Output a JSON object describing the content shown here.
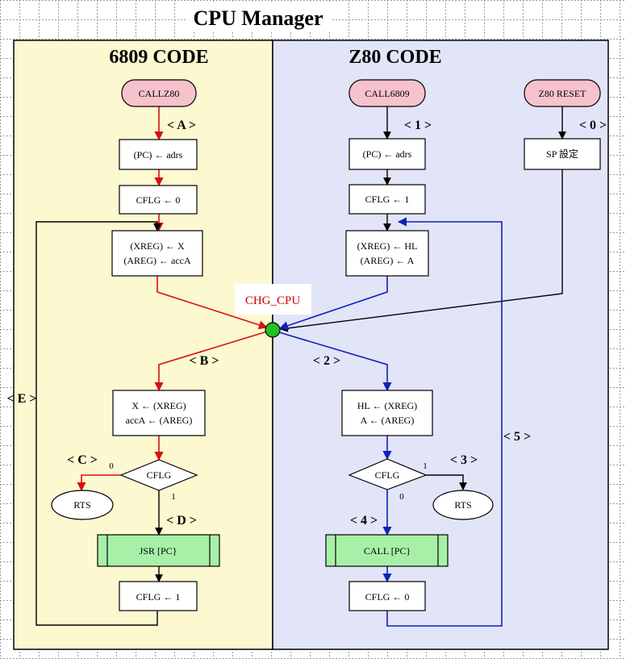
{
  "title": "CPU Manager",
  "panels": {
    "left_title": "6809 CODE",
    "right_title": "Z80 CODE"
  },
  "colors": {
    "left_bg": "#fcf8d0",
    "right_bg": "#e2e4f8",
    "red": "#d81010",
    "blue": "#1020b8",
    "black": "#000000",
    "start_fill": "#f6c2cc",
    "call_fill": "#a8f0a8",
    "junction": "#22c020",
    "chg_text": "#d00000"
  },
  "nodes": {
    "callz80": "CALLZ80",
    "call6809": "CALL6809",
    "z80reset": "Z80 RESET",
    "l_pc": "(PC) ← adrs",
    "l_cflg0": "CFLG ← 0",
    "l_xreg1": "(XREG) ← X",
    "l_xreg2": "(AREG) ← accA",
    "l_x1": "X ← (XREG)",
    "l_x2": "accA ← (AREG)",
    "l_cflg_dec": "CFLG",
    "l_rts": "RTS",
    "l_jsr": "JSR  [PC}",
    "l_cflg1": "CFLG ← 1",
    "r_pc": "(PC) ← adrs",
    "r_cflg1": "CFLG ← 1",
    "r_xreg1": "(XREG) ← HL",
    "r_xreg2": "(AREG) ←  A",
    "sp": "SP 設定",
    "r_hl1": "HL ← (XREG)",
    "r_hl2": "A ← (AREG)",
    "r_cflg_dec": "CFLG",
    "r_rts": "RTS",
    "r_call": "CALL  [PC}",
    "r_cflg0": "CFLG ← 0"
  },
  "labels": {
    "A": "< A >",
    "B": "< B >",
    "C": "< C >",
    "D": "< D >",
    "E": "< E >",
    "n0": "< 0 >",
    "n1": "< 1 >",
    "n2": "< 2 >",
    "n3": "< 3 >",
    "n4": "< 4 >",
    "n5": "< 5 >",
    "chg_cpu": "CHG_CPU"
  },
  "branch": {
    "l_zero": "0",
    "l_one": "1",
    "r_zero": "0",
    "r_one": "1"
  }
}
